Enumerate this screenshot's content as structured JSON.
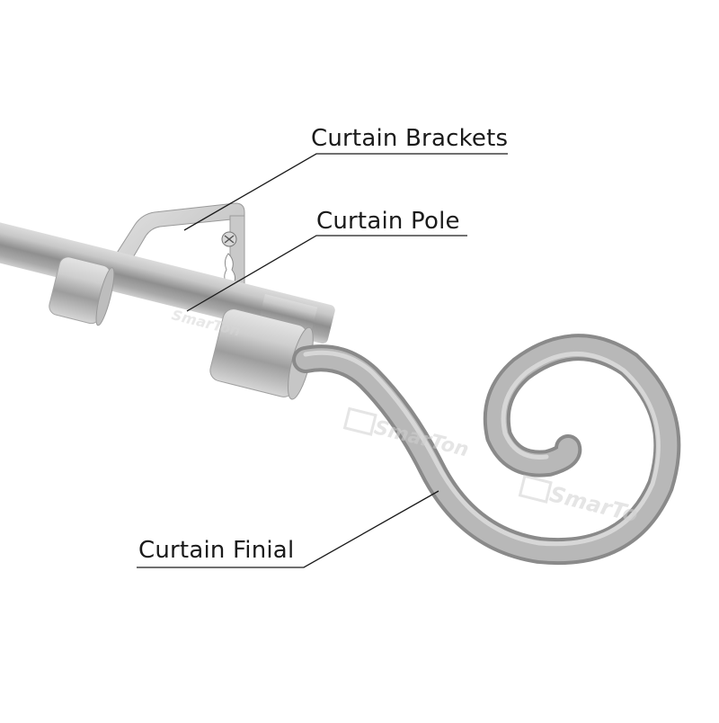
{
  "diagram": {
    "subject": "Curtain rod assembly with scroll finial",
    "background_color": "#ffffff",
    "metal_color": "#b9b9b9",
    "leader_line_color": "#1a1a1a",
    "labels": [
      {
        "id": "brackets",
        "text": "Curtain Brackets",
        "points_to": "bracket"
      },
      {
        "id": "pole",
        "text": "Curtain Pole",
        "points_to": "pole"
      },
      {
        "id": "finial",
        "text": "Curtain Finial",
        "points_to": "finial"
      }
    ]
  },
  "watermark": {
    "brand": "SmarTon",
    "visible_fragments": [
      "SmarTon",
      "SmarTo"
    ],
    "color": "#d0d0d0"
  }
}
